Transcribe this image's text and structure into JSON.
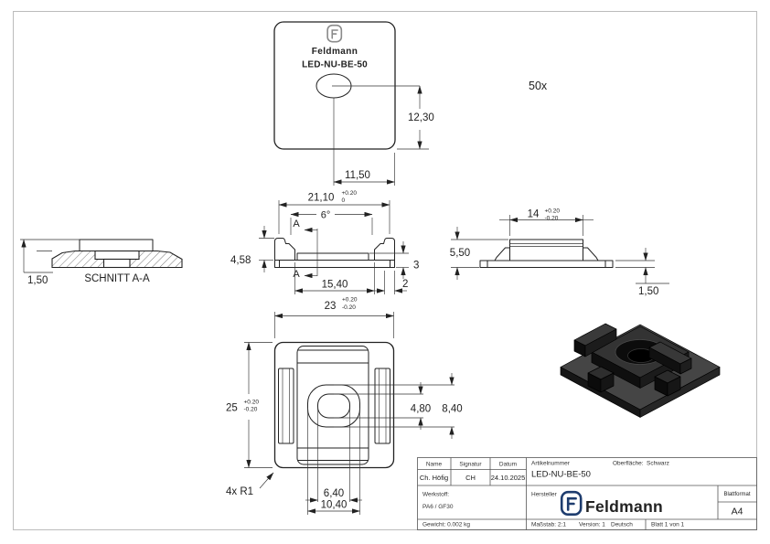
{
  "colors": {
    "brand_blue": "#1e3c6e",
    "logo_gray": "#8a8a8a",
    "line": "#222222",
    "border_gray": "#bcbcbc"
  },
  "annotations": {
    "quantity": "50x",
    "section_label": "SCHNITT A-A",
    "cut_letter_top": "A",
    "cut_letter_bottom": "A"
  },
  "top_view": {
    "brand": "Feldmann",
    "part_number": "LED-NU-BE-50",
    "dim_hole_center_v": "12,30",
    "dim_hole_center_h": "11,50"
  },
  "section_aa": {
    "dim_edge_height": "1,50"
  },
  "section_view": {
    "dim_hook_outer": "21,10",
    "tol_hook_plus": "+0.20",
    "tol_hook_minus": "0",
    "dim_angle": "6°",
    "dim_height_left": "4,58",
    "dim_height_right": "3",
    "dim_inner_width": "15,40",
    "dim_tab_width": "2",
    "dim_width": "23",
    "tol_width_plus": "+0.20",
    "tol_width_minus": "-0.20"
  },
  "side_view": {
    "dim_block_width": "14",
    "tol_plus": "+0.20",
    "tol_minus": "-0.20",
    "dim_height": "5,50",
    "dim_base_thickness": "1,50"
  },
  "bottom_view": {
    "dim_height": "25",
    "tol_plus": "+0.20",
    "tol_minus": "-0.20",
    "dim_hole_minor_v": "4,80",
    "dim_hole_major_v": "8,40",
    "dim_corner_radius": "4x R1",
    "dim_hole_minor_h": "6,40",
    "dim_hole_major_h": "10,40"
  },
  "title_block": {
    "col_name": "Name",
    "col_signature": "Signatur",
    "col_date": "Datum",
    "name": "Ch. Höfig",
    "signature": "CH",
    "date": "24.10.2025",
    "article_label": "Artikelnummer",
    "article": "LED-NU-BE-50",
    "surface_label": "Oberfläche:",
    "surface": "Schwarz",
    "material_label": "Werkstoff:",
    "material": "PA6 / GF30",
    "manufacturer_label": "Hersteller",
    "manufacturer": "Feldmann",
    "format_label": "Blattformat",
    "format": "A4",
    "weight": "Gewicht: 0.002 kg",
    "scale": "Maßstab: 2:1",
    "version": "Version: 1",
    "language": "Deutsch",
    "sheet": "Blatt 1 von 1"
  }
}
